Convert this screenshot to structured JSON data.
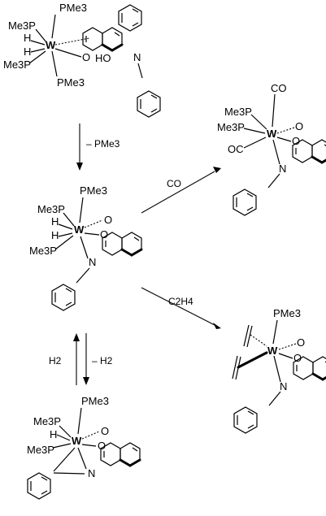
{
  "structure1": {
    "pme3_top": "PMe3",
    "me3p_upper": "Me3P",
    "h_upper": "H",
    "metal": "W",
    "h_lower": "H",
    "me3p_lower": "Me3P",
    "pme3_bottom": "PMe3",
    "oxygen": "O",
    "hydroxyl": "HO",
    "nitrogen": "N"
  },
  "step1": {
    "label": "– PMe3"
  },
  "structure2": {
    "pme3_top": "PMe3",
    "me3p_upper": "Me3P",
    "h_upper": "H",
    "metal": "W",
    "h_lower": "H",
    "me3p_lower": "Me3P",
    "oxygen1": "O",
    "oxygen2": "O",
    "nitrogen": "N"
  },
  "step_co": {
    "label": "CO"
  },
  "structure_co": {
    "co_top": "CO",
    "me3p_upper": "Me3P",
    "me3p_lower": "Me3P",
    "metal": "W",
    "oc_left": "OC",
    "oxygen1": "O",
    "oxygen2": "O",
    "nitrogen": "N"
  },
  "step_c2h4": {
    "label": "C2H4"
  },
  "structure_c2h4": {
    "pme3_top": "PMe3",
    "metal": "W",
    "oxygen1": "O",
    "oxygen2": "O",
    "nitrogen": "N"
  },
  "step_h2": {
    "forward_label": "H2",
    "reverse_label": "– H2"
  },
  "structure3": {
    "pme3_top": "PMe3",
    "me3p_upper": "Me3P",
    "h_upper": "H",
    "metal": "W",
    "me3p_lower": "Me3P",
    "oxygen1": "O",
    "oxygen2": "O",
    "nitrogen": "N"
  }
}
